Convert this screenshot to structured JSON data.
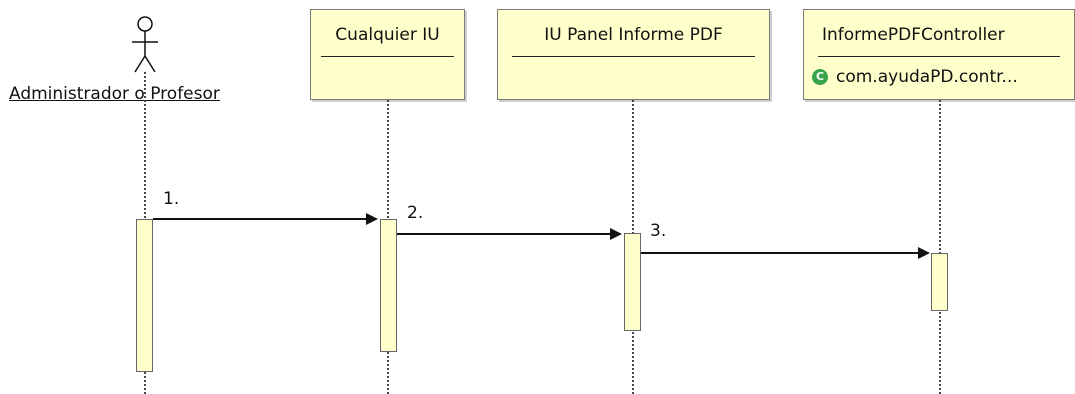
{
  "actor": {
    "label": "Administrador o Profesor",
    "icon": "stick-figure-icon"
  },
  "lifelines": [
    {
      "title": "Cualquier IU"
    },
    {
      "title": "IU Panel Informe PDF"
    },
    {
      "title": "InformePDFController",
      "package": "com.ayudaPD.contr...",
      "icon": "class-c-icon"
    }
  ],
  "messages": [
    {
      "label": "1."
    },
    {
      "label": "2."
    },
    {
      "label": "3."
    }
  ],
  "colors": {
    "lifeline_fill": "#ffffcc",
    "class_icon": "#3aa44a",
    "line": "#111111"
  }
}
